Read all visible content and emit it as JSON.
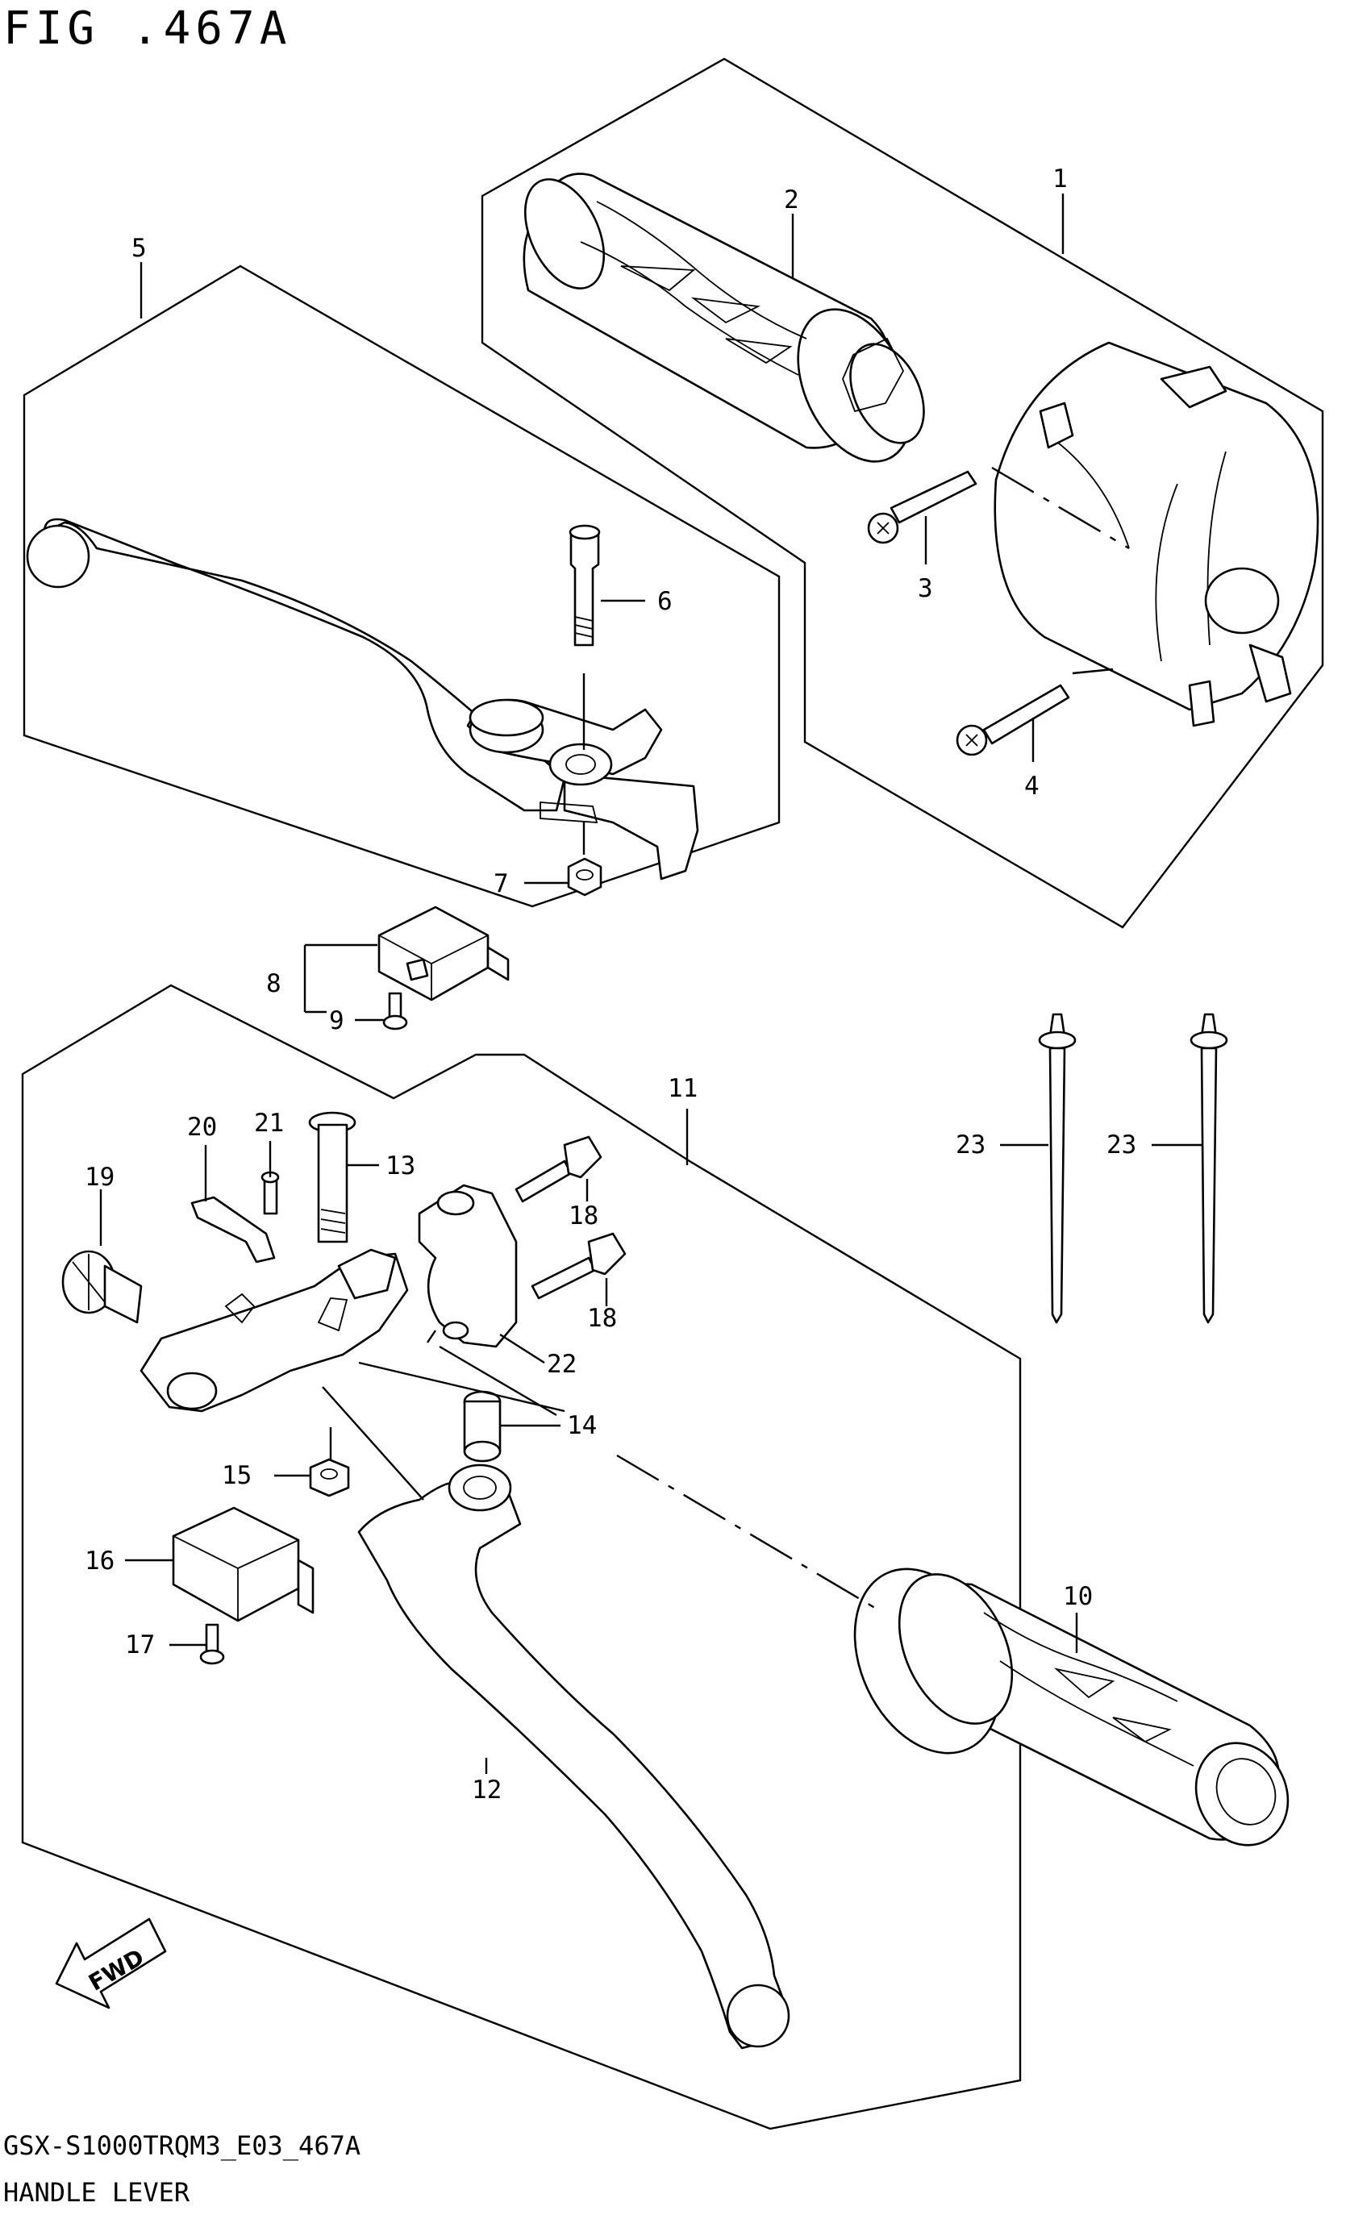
{
  "figure": {
    "title": "FIG .467A",
    "model_code": "GSX-S1000TRQM3_E03_467A",
    "section_name": "HANDLE LEVER"
  },
  "fwd_label": "FWD",
  "callouts": [
    "1",
    "2",
    "3",
    "4",
    "5",
    "6",
    "7",
    "8",
    "9",
    "10",
    "11",
    "12",
    "13",
    "14",
    "15",
    "16",
    "17",
    "18",
    "18",
    "19",
    "20",
    "21",
    "22",
    "23",
    "23"
  ]
}
